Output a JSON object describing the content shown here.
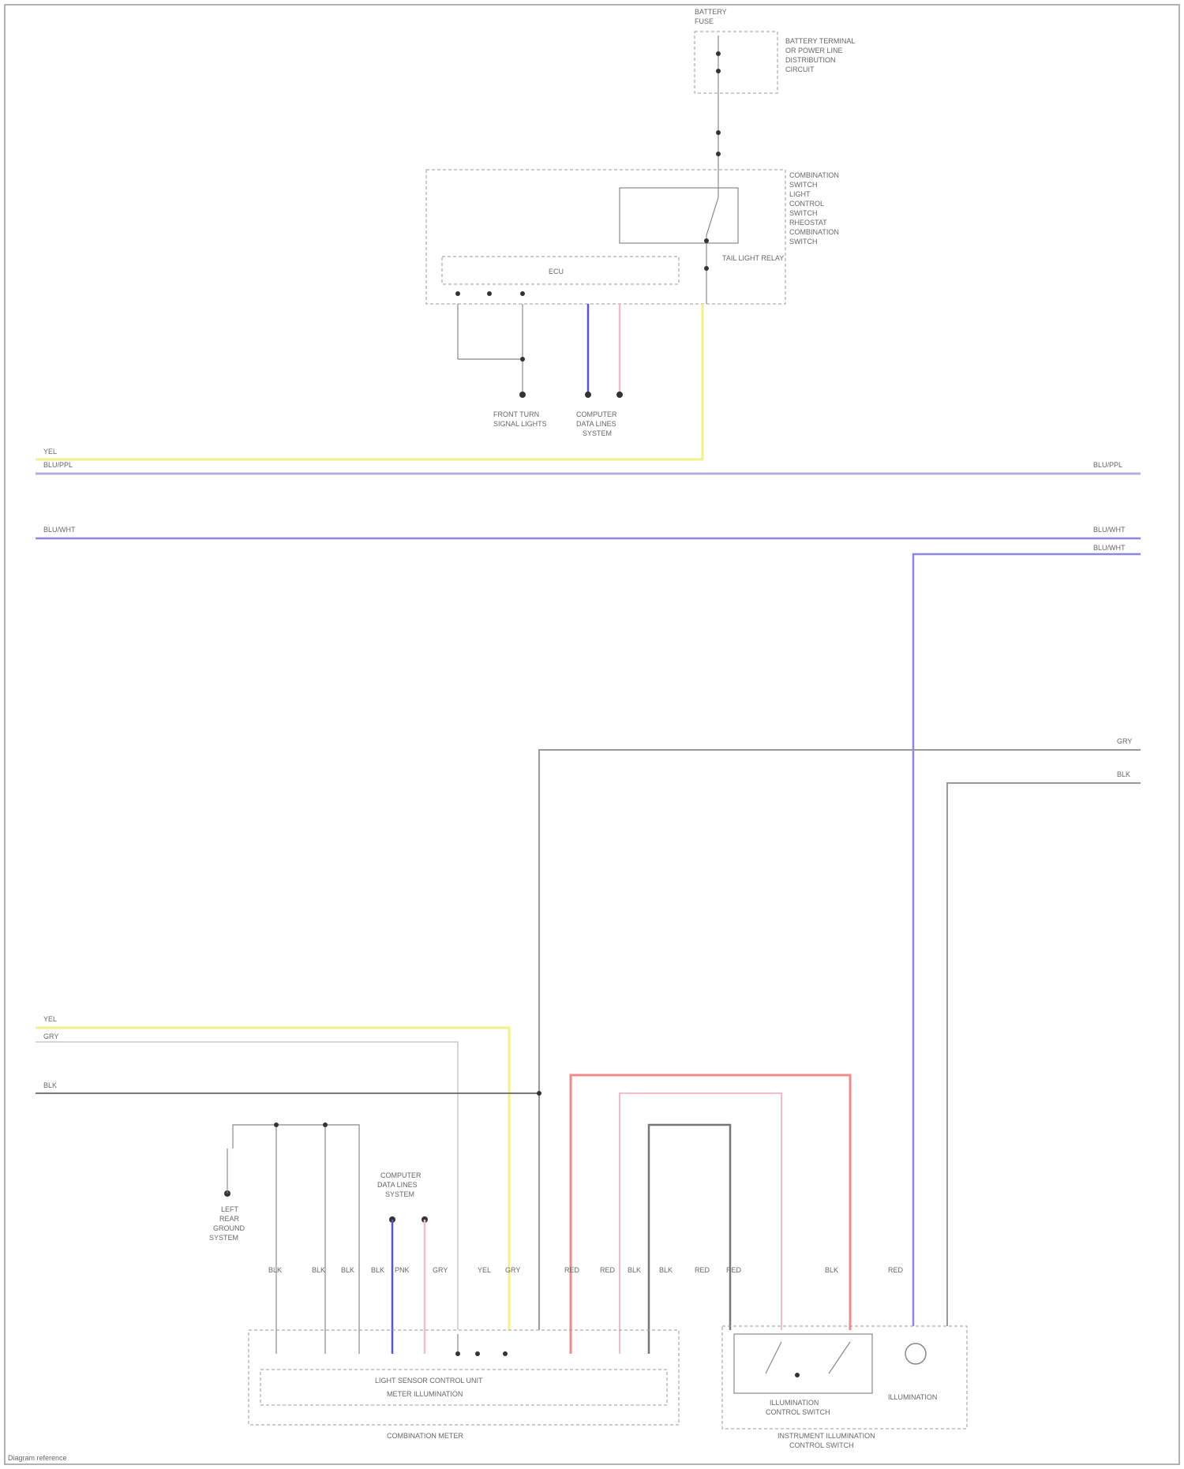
{
  "colors": {
    "yel": "#f5f08a",
    "blu_purple": "#b5aee0",
    "blu": "#5b52d6",
    "gry": "#9a9a9a",
    "red": "#f28a8a",
    "pnk": "#f3bcc9",
    "blk": "#777777",
    "frame": "#aaaaaa"
  },
  "top_section": {
    "battery_label": "BATTERY",
    "fuse_label": "FUSE",
    "fuse_desc": [
      "BATTERY TERMINAL",
      "OR POWER LINE",
      "DISTRIBUTION",
      "CIRCUIT"
    ],
    "switch_desc": [
      "COMBINATION",
      "SWITCH",
      "LIGHT",
      "CONTROL",
      "SWITCH",
      "RHEOSTAT",
      "COMBINATION",
      "SWITCH"
    ],
    "inner_box_label": "ECU",
    "taillight_label": "TAIL LIGHT RELAY",
    "ground_left_label": [
      "FRONT TURN",
      "SIGNAL LIGHTS"
    ],
    "ground_mid_label": [
      "COMPUTER",
      "DATA LINES",
      "SYSTEM"
    ]
  },
  "buses": {
    "yel_top": "YEL",
    "blu_top_left": "BLU/PPL",
    "blu_top_right": "BLU/PPL",
    "blu_mid_left": "BLU/WHT",
    "blu_mid_right_a": "BLU/WHT",
    "blu_mid_right_b": "BLU/WHT",
    "gry_right_1": "GRY",
    "gry_right_2": "BLK",
    "yel_bottom": "YEL",
    "gry_bottom": "GRY",
    "blk_bottom": "BLK"
  },
  "bottom_section": {
    "ground_left_label": [
      "LEFT",
      "REAR",
      "GROUND",
      "SYSTEM"
    ],
    "data_lines_label": [
      "COMPUTER",
      "DATA LINES",
      "SYSTEM"
    ],
    "connector_inner_label": "LIGHT SENSOR CONTROL UNIT",
    "connector_inner_label2": "METER ILLUMINATION",
    "connector_footer": "COMBINATION METER",
    "switch_box_label": [
      "ILLUMINATION",
      "CONTROL SWITCH"
    ],
    "lamp_label": "ILLUMINATION",
    "switch_footer": [
      "INSTRUMENT ILLUMINATION",
      "CONTROL SWITCH"
    ],
    "wire_tags": [
      "BLK",
      "BLK",
      "BLK",
      "BLK",
      "PNK",
      "GRY",
      "YEL",
      "GRY",
      "RED",
      "RED",
      "BLK",
      "BLK",
      "RED",
      "RED",
      "BLK",
      "RED"
    ]
  },
  "footer_note": "Diagram reference"
}
